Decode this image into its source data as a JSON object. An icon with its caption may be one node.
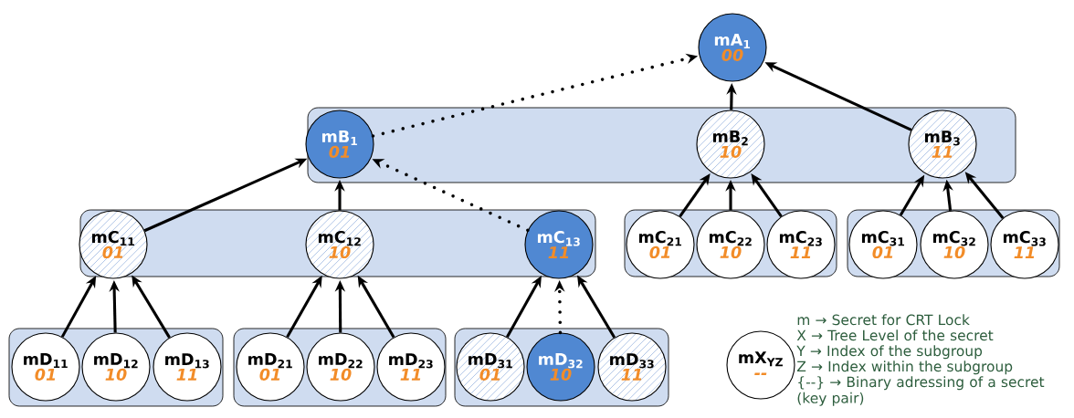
{
  "diagram": {
    "nodes": [
      {
        "text": [
          "mA$_{1}$",
          "00"
        ]
      },
      {
        "text": [],
        "shape": "band"
      },
      {
        "text": [
          "mB$_{1}$",
          "01"
        ],
        "in": 1
      },
      {
        "text": [
          "mB$_{2}$",
          "10"
        ],
        "in": 1
      },
      {
        "text": [
          "mB$_{3}$",
          "11"
        ],
        "in": 1
      },
      {
        "text": [],
        "shape": "band"
      },
      {
        "text": [
          "mC$_{11}$",
          "01"
        ],
        "in": 5
      },
      {
        "text": [
          "mC$_{12}$",
          "10"
        ],
        "in": 5
      },
      {
        "text": [
          "mC$_{13}$",
          "11"
        ],
        "in": 5
      },
      {
        "text": [],
        "shape": "band"
      },
      {
        "text": [
          "mC$_{21}$",
          "01"
        ],
        "in": 9
      },
      {
        "text": [
          "mC$_{22}$",
          "10"
        ],
        "in": 9
      },
      {
        "text": [
          "mC$_{23}$",
          "11"
        ],
        "in": 9
      },
      {
        "text": [],
        "shape": "band"
      },
      {
        "text": [
          "mC$_{31}$",
          "01"
        ],
        "in": 13
      },
      {
        "text": [
          "mC$_{32}$",
          "10"
        ],
        "in": 13
      },
      {
        "text": [
          "mC$_{33}$",
          "11"
        ],
        "in": 13
      },
      {
        "text": [],
        "shape": "band"
      },
      {
        "text": [
          "mD$_{11}$",
          "01"
        ],
        "in": 17
      },
      {
        "text": [
          "mD$_{12}$",
          "10"
        ],
        "in": 17
      },
      {
        "text": [
          "mD$_{13}$",
          "11"
        ],
        "in": 17
      },
      {
        "text": [],
        "shape": "band"
      },
      {
        "text": [
          "mD$_{21}$",
          "01"
        ],
        "in": 21
      },
      {
        "text": [
          "mD$_{22}$",
          "10"
        ],
        "in": 21
      },
      {
        "text": [
          "mD$_{23}$",
          "11"
        ],
        "in": 21
      },
      {
        "text": [],
        "shape": "band"
      },
      {
        "text": [
          "mD$_{31}$",
          "01"
        ],
        "in": 25
      },
      {
        "text": [
          "mD$_{32}$",
          "10"
        ],
        "in": 25
      },
      {
        "text": [
          "mD$_{33}$",
          "11"
        ],
        "in": 25
      },
      {
        "text": [
          "mX$_{YZ}$",
          "--"
        ]
      }
    ],
    "edges": [
      {
        "from": 2,
        "to": 0,
        "arrow": "to",
        "style": "dashed"
      },
      {
        "from": 3,
        "to": 0,
        "arrow": "to"
      },
      {
        "from": 4,
        "to": 0,
        "arrow": "to"
      },
      {
        "from": 6,
        "to": 2,
        "arrow": "to"
      },
      {
        "from": 7,
        "to": 2,
        "arrow": "to"
      },
      {
        "from": 8,
        "to": 2,
        "arrow": "to",
        "style": "dashed"
      },
      {
        "from": 10,
        "to": 3,
        "arrow": "to"
      },
      {
        "from": 11,
        "to": 3,
        "arrow": "to"
      },
      {
        "from": 12,
        "to": 3,
        "arrow": "to"
      },
      {
        "from": 14,
        "to": 4,
        "arrow": "to"
      },
      {
        "from": 15,
        "to": 4,
        "arrow": "to"
      },
      {
        "from": 16,
        "to": 4,
        "arrow": "to"
      },
      {
        "from": 18,
        "to": 6,
        "arrow": "to"
      },
      {
        "from": 19,
        "to": 6,
        "arrow": "to"
      },
      {
        "from": 20,
        "to": 6,
        "arrow": "to"
      },
      {
        "from": 22,
        "to": 7,
        "arrow": "to"
      },
      {
        "from": 23,
        "to": 7,
        "arrow": "to"
      },
      {
        "from": 24,
        "to": 7,
        "arrow": "to"
      },
      {
        "from": 26,
        "to": 8,
        "arrow": "to"
      },
      {
        "from": 27,
        "to": 8,
        "arrow": "to",
        "style": "dashed"
      },
      {
        "from": 28,
        "to": 8,
        "arrow": "to"
      }
    ],
    "labels": [
      "m → Secret for CRT Lock",
      "X → Tree Level of the secret",
      "Y → Index of the subgroup",
      "Z → Index within the subgroup",
      "{--} → Binary adressing of a secret (key pair)"
    ]
  }
}
